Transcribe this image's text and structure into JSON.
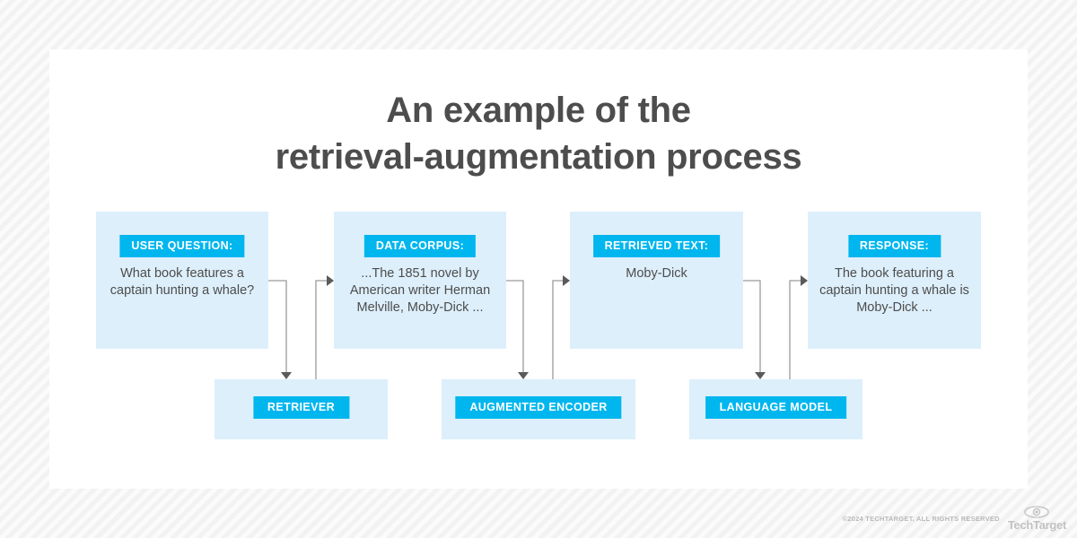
{
  "title": {
    "line1": "An example of the",
    "line2": "retrieval-augmentation process"
  },
  "colors": {
    "accent": "#00b6ee",
    "card_fill": "#ddeffb",
    "text": "#4d4d4d",
    "panel": "#ffffff",
    "background": "#f4f4f4",
    "connector": "#9a9a9a"
  },
  "cards": [
    {
      "id": "question",
      "label": "USER QUESTION:",
      "body": "What book features a captain hunting a whale?"
    },
    {
      "id": "corpus",
      "label": "DATA CORPUS:",
      "body": "...The 1851 novel by American writer Herman Melville, Moby-Dick ..."
    },
    {
      "id": "text",
      "label": "RETRIEVED TEXT:",
      "body": "Moby-Dick"
    },
    {
      "id": "response",
      "label": "RESPONSE:",
      "body": "The book featuring a captain hunting a whale is Moby-Dick ..."
    }
  ],
  "stages": [
    {
      "id": "retriever",
      "label": "RETRIEVER"
    },
    {
      "id": "encoder",
      "label": "AUGMENTED ENCODER"
    },
    {
      "id": "language",
      "label": "LANGUAGE MODEL"
    }
  ],
  "footer": {
    "copyright": "©2024 TECHTARGET. ALL RIGHTS RESERVED",
    "logo_word": "TechTarget",
    "logo_icon": "eye-icon"
  }
}
